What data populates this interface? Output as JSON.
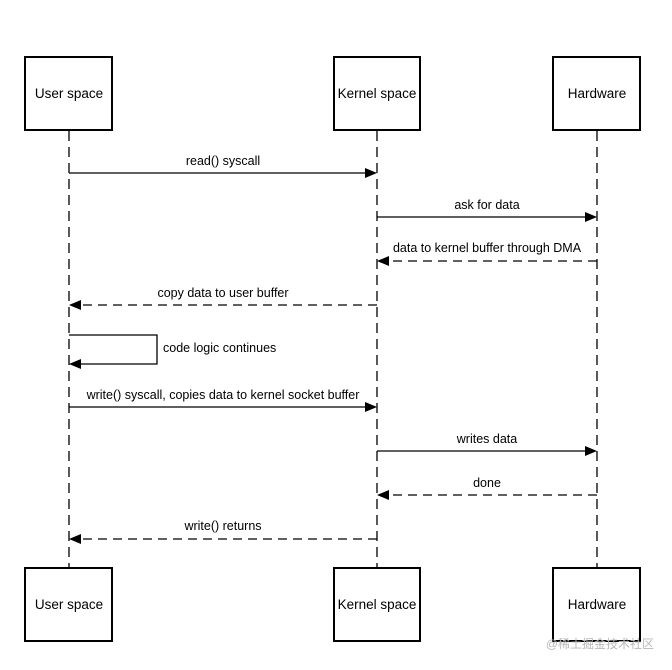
{
  "participants": {
    "user": "User space",
    "kernel": "Kernel space",
    "hardware": "Hardware"
  },
  "messages": [
    {
      "from": "user",
      "to": "kernel",
      "label": "read() syscall",
      "style": "solid"
    },
    {
      "from": "kernel",
      "to": "hardware",
      "label": "ask for data",
      "style": "solid"
    },
    {
      "from": "hardware",
      "to": "kernel",
      "label": "data to kernel buffer through DMA",
      "style": "dashed"
    },
    {
      "from": "kernel",
      "to": "user",
      "label": "copy data to user buffer",
      "style": "dashed"
    },
    {
      "from": "user",
      "to": "user",
      "label": "code logic continues",
      "style": "solid"
    },
    {
      "from": "user",
      "to": "kernel",
      "label": "write() syscall, copies data to kernel socket buffer",
      "style": "solid"
    },
    {
      "from": "kernel",
      "to": "hardware",
      "label": "writes data",
      "style": "solid"
    },
    {
      "from": "hardware",
      "to": "kernel",
      "label": "done",
      "style": "dashed"
    },
    {
      "from": "kernel",
      "to": "user",
      "label": "write() returns",
      "style": "dashed"
    }
  ],
  "watermark": "@稀土掘金技术社区"
}
